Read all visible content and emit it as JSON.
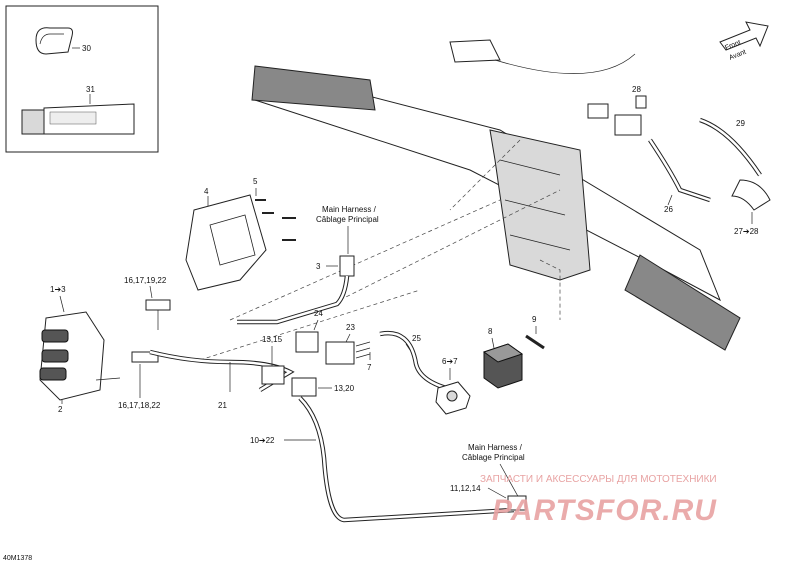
{
  "diagram_id": "40M1378",
  "inset": {
    "label_30": "30",
    "label_31": "31"
  },
  "front_arrow": {
    "line1": "Front",
    "line2": "Avant"
  },
  "callouts": {
    "c4": "4",
    "c5": "5",
    "c1to3": "1➔3",
    "c2": "2",
    "c16_22a": "16,17,19,22",
    "c16_22b": "16,17,18,22",
    "c3": "3",
    "c24": "24",
    "c23": "23",
    "c7": "7",
    "c25": "25",
    "c13_15": "13,15",
    "c13_20": "13,20",
    "c21": "21",
    "c10_22": "10➔22",
    "c6_7": "6➔7",
    "c8": "8",
    "c9": "9",
    "c11_14": "11,12,14",
    "c26": "26",
    "c27_28": "27➔28",
    "c28": "28",
    "c29": "29"
  },
  "main_harness_top": {
    "line1": "Main Harness /",
    "line2": "Câblage Principal"
  },
  "main_harness_bottom": {
    "line1": "Main Harness /",
    "line2": "Câblage Principal"
  },
  "watermark": {
    "line1": "ЗАПЧАСТИ И АКСЕССУАРЫ ДЛЯ МОТОТЕХНИКИ",
    "logo": "PARTSFOR.RU",
    "color": "#e8a3a3"
  }
}
